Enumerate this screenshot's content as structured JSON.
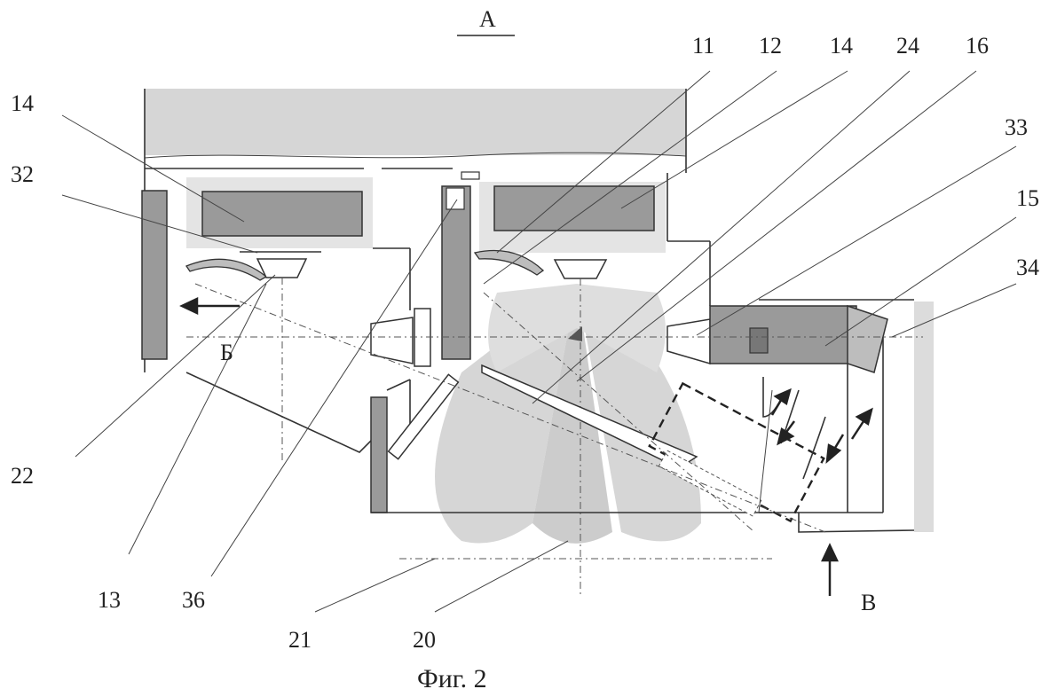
{
  "view_label": "А",
  "section_label_b": "Б",
  "section_label_v": "В",
  "caption": "Фиг. 2",
  "callouts": {
    "c14_left": "14",
    "c32": "32",
    "c22": "22",
    "c13": "13",
    "c36": "36",
    "c21": "21",
    "c20": "20",
    "c11": "11",
    "c12": "12",
    "c14_right": "14",
    "c24": "24",
    "c16": "16",
    "c33": "33",
    "c15": "15",
    "c34": "34"
  }
}
